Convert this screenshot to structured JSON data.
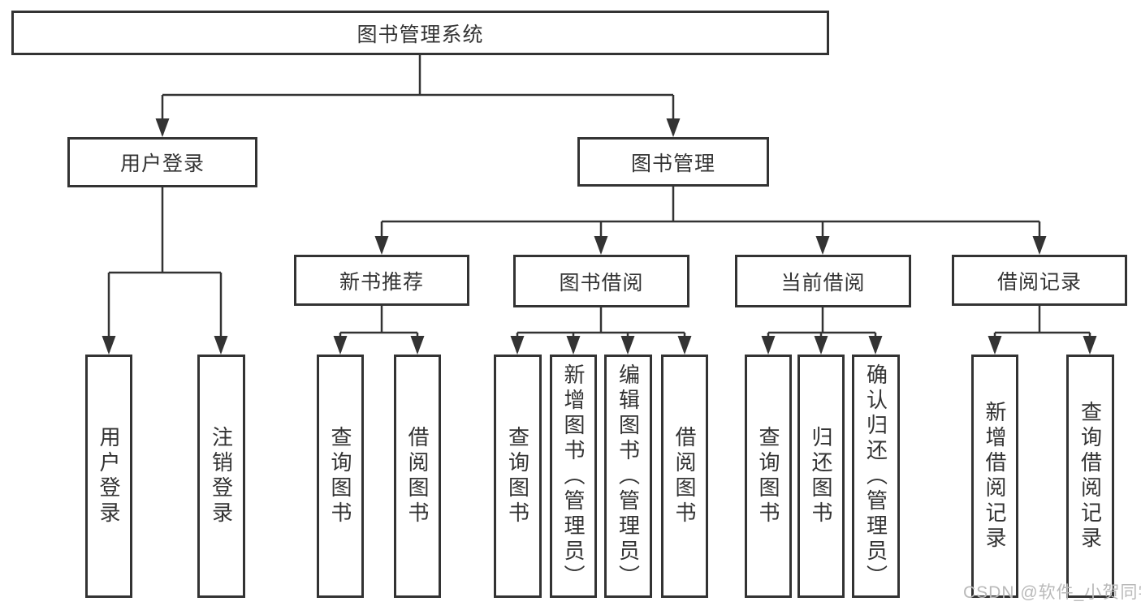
{
  "diagram_title": "图书管理系统",
  "watermark": "CSDN @软件_小贺同学",
  "colors": {
    "line": "#333333",
    "box_border": "#333333",
    "box_background": "#ffffff",
    "text": "#333333",
    "watermark": "#b9b9b9"
  },
  "tree": {
    "label": "图书管理系统",
    "children": [
      {
        "label": "用户登录",
        "children": [
          {
            "label": "用户登录"
          },
          {
            "label": "注销登录"
          }
        ]
      },
      {
        "label": "图书管理",
        "children": [
          {
            "label": "新书推荐",
            "children": [
              {
                "label": "查询图书"
              },
              {
                "label": "借阅图书"
              }
            ]
          },
          {
            "label": "图书借阅",
            "children": [
              {
                "label": "查询图书"
              },
              {
                "label": "新增图书（管理员）"
              },
              {
                "label": "编辑图书（管理员）"
              },
              {
                "label": "借阅图书"
              }
            ]
          },
          {
            "label": "当前借阅",
            "children": [
              {
                "label": "查询图书"
              },
              {
                "label": "归还图书"
              },
              {
                "label": "确认归还（管理员）"
              }
            ]
          },
          {
            "label": "借阅记录",
            "children": [
              {
                "label": "新增借阅记录"
              },
              {
                "label": "查询借阅记录"
              }
            ]
          }
        ]
      }
    ]
  }
}
